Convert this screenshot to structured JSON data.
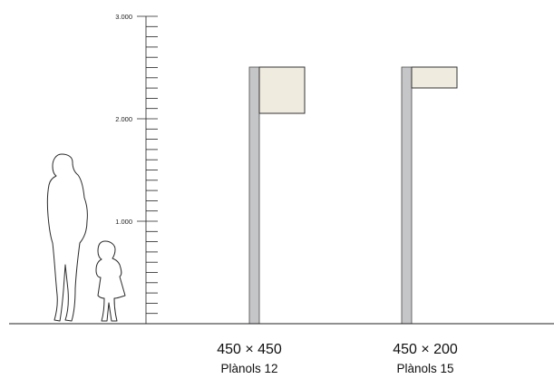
{
  "scale": {
    "unit": "mm",
    "max": 3000,
    "minor_step": 100,
    "major_labels": [
      {
        "value": 1000,
        "label": "1.000"
      },
      {
        "value": 2000,
        "label": "2.000"
      },
      {
        "value": 3000,
        "label": "3.000"
      }
    ]
  },
  "signs": [
    {
      "id": "sign-1",
      "dimensions": "450 × 450",
      "reference": "Plànols 12",
      "pole_height_mm": 2500,
      "panel_width_mm": 450,
      "panel_height_mm": 450
    },
    {
      "id": "sign-2",
      "dimensions": "450 × 200",
      "reference": "Plànols 15",
      "pole_height_mm": 2500,
      "panel_width_mm": 450,
      "panel_height_mm": 200
    }
  ],
  "figures": [
    {
      "name": "adult-silhouette",
      "height_mm": 1650
    },
    {
      "name": "child-silhouette",
      "height_mm": 800
    }
  ],
  "colors": {
    "pole_fill": "#c5c6c8",
    "pole_stroke": "#4a4a4a",
    "panel_fill": "#efebdf",
    "panel_stroke": "#333333",
    "ground": "#222222",
    "scale": "#222222",
    "figure_stroke": "#2a2a2a"
  }
}
